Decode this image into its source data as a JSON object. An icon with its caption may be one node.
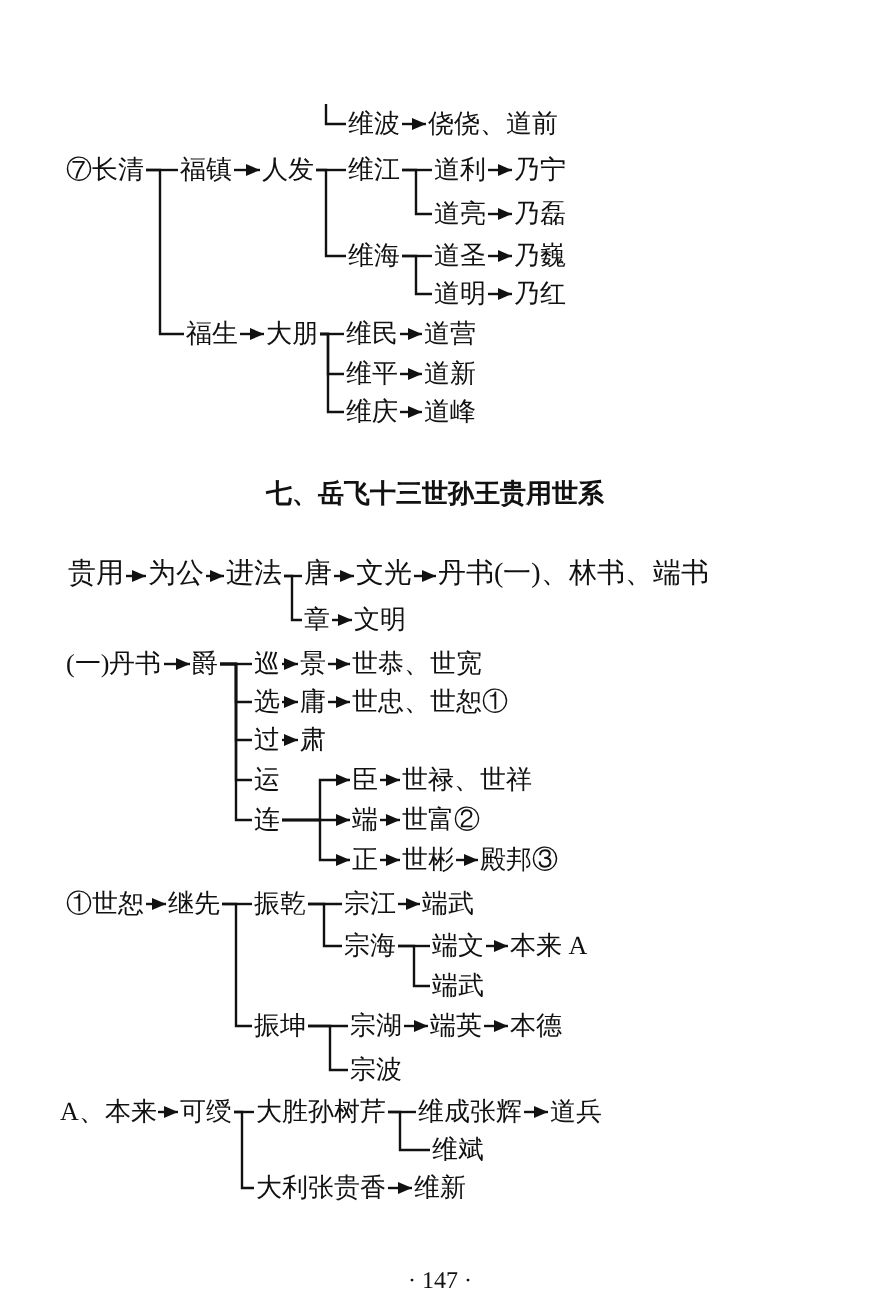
{
  "diagram": {
    "title": "七、岳飞十三世孙王贵用世系",
    "nodes": [
      {
        "text": [
          "维波"
        ]
      },
      {
        "text": [
          "侥侥、道前"
        ]
      },
      {
        "text": [
          "⑦长清"
        ]
      },
      {
        "text": [
          "福镇"
        ]
      },
      {
        "text": [
          "人发"
        ]
      },
      {
        "text": [
          "维江"
        ]
      },
      {
        "text": [
          "道利"
        ]
      },
      {
        "text": [
          "乃宁"
        ]
      },
      {
        "text": [
          "道亮"
        ]
      },
      {
        "text": [
          "乃磊"
        ]
      },
      {
        "text": [
          "维海"
        ]
      },
      {
        "text": [
          "道圣"
        ]
      },
      {
        "text": [
          "乃巍"
        ]
      },
      {
        "text": [
          "道明"
        ]
      },
      {
        "text": [
          "乃红"
        ]
      },
      {
        "text": [
          "福生"
        ]
      },
      {
        "text": [
          "大朋"
        ]
      },
      {
        "text": [
          "维民"
        ]
      },
      {
        "text": [
          "道营"
        ]
      },
      {
        "text": [
          "维平"
        ]
      },
      {
        "text": [
          "道新"
        ]
      },
      {
        "text": [
          "维庆"
        ]
      },
      {
        "text": [
          "道峰"
        ]
      },
      {
        "text": [
          "贵用"
        ]
      },
      {
        "text": [
          "为公"
        ]
      },
      {
        "text": [
          "进法"
        ]
      },
      {
        "text": [
          "唐"
        ]
      },
      {
        "text": [
          "文光"
        ]
      },
      {
        "text": [
          "丹书(一)、林书、端书"
        ]
      },
      {
        "text": [
          "章"
        ]
      },
      {
        "text": [
          "文明"
        ]
      },
      {
        "text": [
          "(一)丹书"
        ]
      },
      {
        "text": [
          "爵"
        ]
      },
      {
        "text": [
          "巡"
        ]
      },
      {
        "text": [
          "景"
        ]
      },
      {
        "text": [
          "世恭、世宽"
        ]
      },
      {
        "text": [
          "选"
        ]
      },
      {
        "text": [
          "庸"
        ]
      },
      {
        "text": [
          "世忠、世恕①"
        ]
      },
      {
        "text": [
          "过"
        ]
      },
      {
        "text": [
          "肃"
        ]
      },
      {
        "text": [
          "运"
        ]
      },
      {
        "text": [
          "臣"
        ]
      },
      {
        "text": [
          "世禄、世祥"
        ]
      },
      {
        "text": [
          "连"
        ]
      },
      {
        "text": [
          "端"
        ]
      },
      {
        "text": [
          "世富②"
        ]
      },
      {
        "text": [
          "正"
        ]
      },
      {
        "text": [
          "世彬"
        ]
      },
      {
        "text": [
          "殿邦③"
        ]
      },
      {
        "text": [
          "①世恕"
        ]
      },
      {
        "text": [
          "继先"
        ]
      },
      {
        "text": [
          "振乾"
        ]
      },
      {
        "text": [
          "宗江"
        ]
      },
      {
        "text": [
          "端武"
        ]
      },
      {
        "text": [
          "宗海"
        ]
      },
      {
        "text": [
          "端文"
        ]
      },
      {
        "text": [
          "本来 A"
        ]
      },
      {
        "text": [
          "端武"
        ]
      },
      {
        "text": [
          "振坤"
        ]
      },
      {
        "text": [
          "宗湖"
        ]
      },
      {
        "text": [
          "端英"
        ]
      },
      {
        "text": [
          "本德"
        ]
      },
      {
        "text": [
          "宗波"
        ]
      },
      {
        "text": [
          "A、本来"
        ]
      },
      {
        "text": [
          "可绶"
        ]
      },
      {
        "text": [
          "大胜孙树芹"
        ]
      },
      {
        "text": [
          "维成张辉"
        ]
      },
      {
        "text": [
          "道兵"
        ]
      },
      {
        "text": [
          "维斌"
        ]
      },
      {
        "text": [
          "大利张贵香"
        ]
      },
      {
        "text": [
          "维新"
        ]
      }
    ],
    "edges": [
      {
        "from": null,
        "to": 0,
        "arrow": "none"
      },
      {
        "from": 0,
        "to": 1,
        "arrow": "to"
      },
      {
        "from": 2,
        "to": 3,
        "arrow": "none"
      },
      {
        "from": 2,
        "to": 15,
        "arrow": "none"
      },
      {
        "from": 3,
        "to": 4,
        "arrow": "to"
      },
      {
        "from": 4,
        "to": 5,
        "arrow": "none"
      },
      {
        "from": 4,
        "to": 10,
        "arrow": "none"
      },
      {
        "from": 5,
        "to": 6,
        "arrow": "none"
      },
      {
        "from": 5,
        "to": 8,
        "arrow": "none"
      },
      {
        "from": 6,
        "to": 7,
        "arrow": "to"
      },
      {
        "from": 8,
        "to": 9,
        "arrow": "to"
      },
      {
        "from": 10,
        "to": 11,
        "arrow": "none"
      },
      {
        "from": 10,
        "to": 13,
        "arrow": "none"
      },
      {
        "from": 11,
        "to": 12,
        "arrow": "to"
      },
      {
        "from": 13,
        "to": 14,
        "arrow": "to"
      },
      {
        "from": 15,
        "to": 16,
        "arrow": "to"
      },
      {
        "from": 16,
        "to": 17,
        "arrow": "none"
      },
      {
        "from": 16,
        "to": 19,
        "arrow": "none"
      },
      {
        "from": 16,
        "to": 21,
        "arrow": "none"
      },
      {
        "from": 17,
        "to": 18,
        "arrow": "to"
      },
      {
        "from": 19,
        "to": 20,
        "arrow": "to"
      },
      {
        "from": 21,
        "to": 22,
        "arrow": "to"
      },
      {
        "from": 23,
        "to": 24,
        "arrow": "to"
      },
      {
        "from": 24,
        "to": 25,
        "arrow": "to"
      },
      {
        "from": 25,
        "to": 26,
        "arrow": "none"
      },
      {
        "from": 25,
        "to": 29,
        "arrow": "none"
      },
      {
        "from": 26,
        "to": 27,
        "arrow": "to"
      },
      {
        "from": 27,
        "to": 28,
        "arrow": "to"
      },
      {
        "from": 29,
        "to": 30,
        "arrow": "to"
      },
      {
        "from": 31,
        "to": 32,
        "arrow": "to"
      },
      {
        "from": 32,
        "to": 33,
        "arrow": "none"
      },
      {
        "from": 32,
        "to": 36,
        "arrow": "none"
      },
      {
        "from": 32,
        "to": 39,
        "arrow": "none"
      },
      {
        "from": 32,
        "to": 41,
        "arrow": "none"
      },
      {
        "from": 32,
        "to": 44,
        "arrow": "none"
      },
      {
        "from": 33,
        "to": 34,
        "arrow": "to"
      },
      {
        "from": 34,
        "to": 35,
        "arrow": "to"
      },
      {
        "from": 36,
        "to": 37,
        "arrow": "to"
      },
      {
        "from": 37,
        "to": 38,
        "arrow": "to"
      },
      {
        "from": 39,
        "to": 40,
        "arrow": "to"
      },
      {
        "from": 44,
        "to": 42,
        "arrow": "to"
      },
      {
        "from": 44,
        "to": 45,
        "arrow": "to"
      },
      {
        "from": 44,
        "to": 47,
        "arrow": "to"
      },
      {
        "from": 42,
        "to": 43,
        "arrow": "to"
      },
      {
        "from": 45,
        "to": 46,
        "arrow": "to"
      },
      {
        "from": 47,
        "to": 48,
        "arrow": "to"
      },
      {
        "from": 48,
        "to": 49,
        "arrow": "to"
      },
      {
        "from": 50,
        "to": 51,
        "arrow": "to"
      },
      {
        "from": 51,
        "to": 52,
        "arrow": "none"
      },
      {
        "from": 51,
        "to": 59,
        "arrow": "none"
      },
      {
        "from": 52,
        "to": 53,
        "arrow": "none"
      },
      {
        "from": 52,
        "to": 55,
        "arrow": "none"
      },
      {
        "from": 53,
        "to": 54,
        "arrow": "to"
      },
      {
        "from": 55,
        "to": 56,
        "arrow": "none"
      },
      {
        "from": 55,
        "to": 58,
        "arrow": "none"
      },
      {
        "from": 56,
        "to": 57,
        "arrow": "to"
      },
      {
        "from": 59,
        "to": 60,
        "arrow": "none"
      },
      {
        "from": 59,
        "to": 63,
        "arrow": "none"
      },
      {
        "from": 60,
        "to": 61,
        "arrow": "to"
      },
      {
        "from": 61,
        "to": 62,
        "arrow": "to"
      },
      {
        "from": 64,
        "to": 65,
        "arrow": "to"
      },
      {
        "from": 65,
        "to": 66,
        "arrow": "none"
      },
      {
        "from": 65,
        "to": 70,
        "arrow": "none"
      },
      {
        "from": 66,
        "to": 67,
        "arrow": "none"
      },
      {
        "from": 66,
        "to": 69,
        "arrow": "none"
      },
      {
        "from": 67,
        "to": 68,
        "arrow": "to"
      },
      {
        "from": 70,
        "to": 71,
        "arrow": "to"
      }
    ],
    "labels": [
      "· 147 ·"
    ]
  }
}
